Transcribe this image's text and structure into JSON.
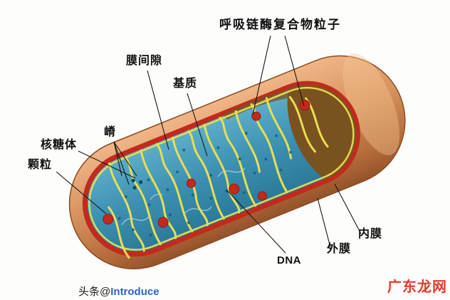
{
  "diagram": {
    "subject": "mitochondrion-structure",
    "labels": {
      "respiratory_complex": "呼吸链酶复合物粒子",
      "intermembrane_space": "膜间隙",
      "matrix": "基质",
      "cristae": "嵴",
      "ribosome": "核糖体",
      "granule": "颗粒",
      "dna": "DNA",
      "outer_membrane": "外膜",
      "inner_membrane": "内膜"
    },
    "colors": {
      "body_tan": "#d8935f",
      "matrix_blue": "#3f93b5",
      "cristae_yellow": "#e7df52",
      "membrane_red": "#c22a1d",
      "granule_red": "#c5281c",
      "cavity_brown": "#7a521f",
      "leader_line": "#161616"
    }
  },
  "watermarks": {
    "site": "广东龙网",
    "credit_prefix": "头条@",
    "credit_name": "Introduce"
  }
}
